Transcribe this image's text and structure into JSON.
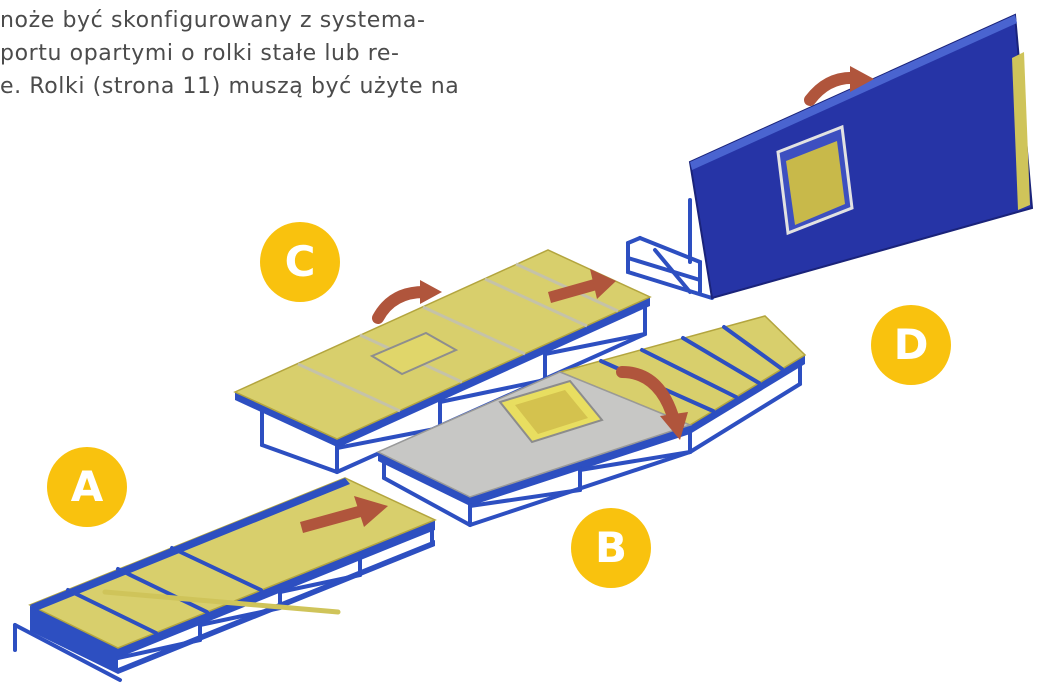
{
  "text": {
    "lines": [
      "noże być skonfigurowany z systema-",
      "portu opartymi o rolki stałe lub re-",
      "e. Rolki (strona 11) muszą być użyte na"
    ]
  },
  "stations": [
    {
      "label": "A"
    },
    {
      "label": "B"
    },
    {
      "label": "C"
    },
    {
      "label": "D"
    }
  ],
  "colors": {
    "badge": "#F9C20E",
    "badge_text": "#FFFFFF",
    "body_text": "#4B4B4B",
    "frame_blue": "#2D4FC1",
    "panel_blue": "#2634A6",
    "table_yellow": "#D8CF6C",
    "panel_gray": "#C7C7C5",
    "arrow_brown": "#B0553C"
  }
}
